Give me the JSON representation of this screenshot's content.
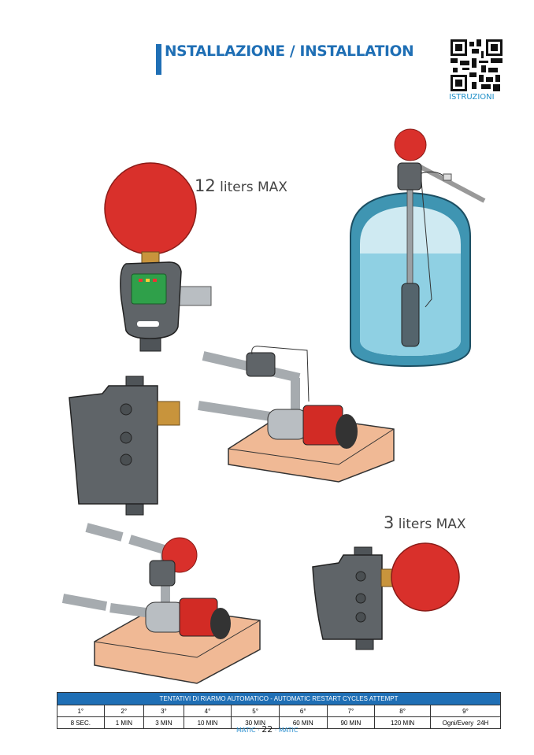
{
  "header": {
    "title": "NSTALLAZIONE / INSTALLATION",
    "qr_label": "ISTRUZIONI"
  },
  "captions": {
    "large": {
      "num": "12",
      "unit": " liters MAX"
    },
    "small": {
      "num": "3",
      "unit": " liters MAX"
    }
  },
  "table": {
    "title": "TENTATIVI DI RIARMO AUTOMATICO - AUTOMATIC RESTART CYCLES ATTEMPT",
    "attempts": [
      "1°",
      "2°",
      "3°",
      "4°",
      "5°",
      "6°",
      "7°",
      "8°",
      "9°"
    ],
    "intervals": [
      "8 SEC.",
      "1 MIN",
      "3 MIN",
      "10 MIN",
      "30 MIN",
      "60 MIN",
      "90 MIN",
      "120 MIN",
      "Ogni/Every  24H"
    ]
  },
  "footer": {
    "left": "MATIC · ",
    "page": "22",
    "right": " · MATIC"
  },
  "colors": {
    "accent": "#1f6fb5",
    "tank_red": "#d9302b",
    "body_gray": "#5f6468",
    "wood": "#f0b995"
  }
}
